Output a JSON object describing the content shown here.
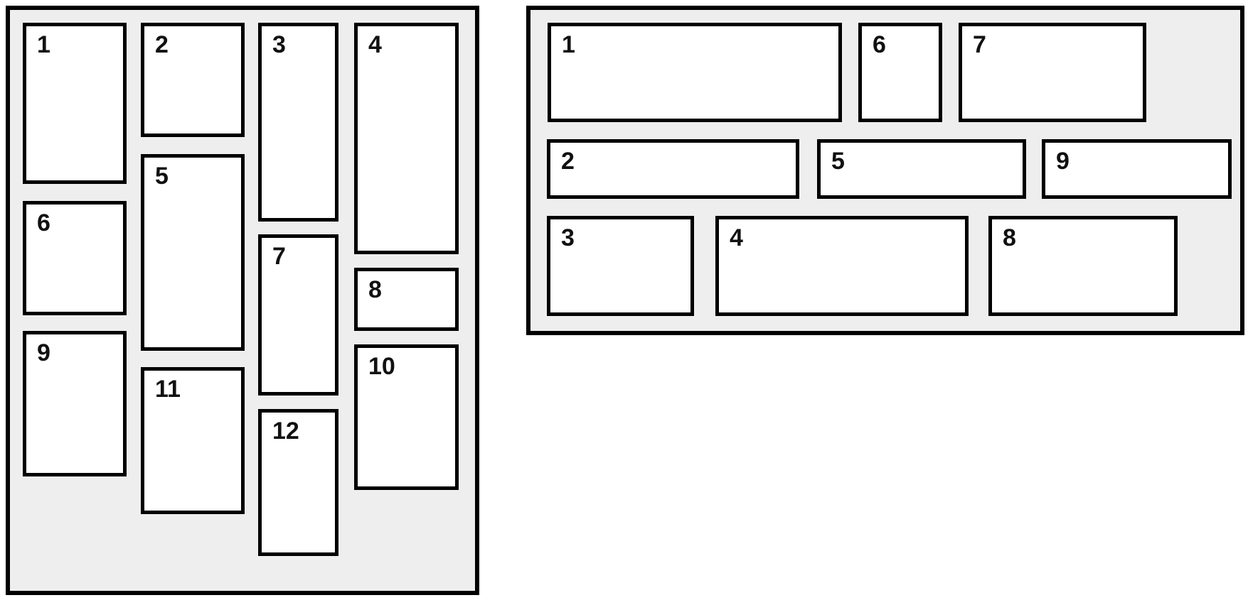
{
  "colors": {
    "page_background": "#ffffff",
    "panel_background": "#eeeeee",
    "box_background": "#ffffff",
    "border": "#000000",
    "number_text": "#111111"
  },
  "left_panel": {
    "items": [
      "1",
      "2",
      "3",
      "4",
      "5",
      "6",
      "7",
      "8",
      "9",
      "10",
      "11",
      "12"
    ]
  },
  "right_panel": {
    "items": [
      "1",
      "2",
      "3",
      "4",
      "5",
      "6",
      "7",
      "8",
      "9"
    ]
  }
}
